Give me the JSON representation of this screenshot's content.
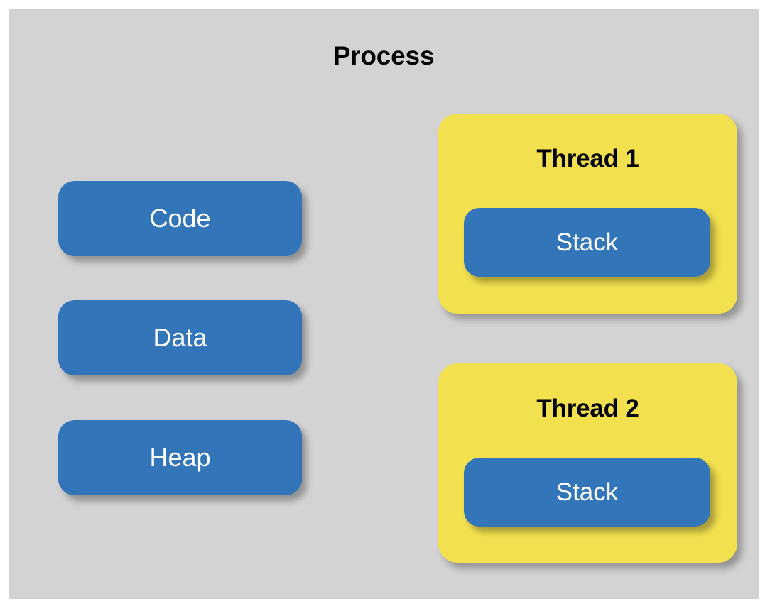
{
  "diagram": {
    "title": "Process",
    "background_color": "#d3d3d3",
    "page_color": "#ffffff",
    "segment_color": "#3275b8",
    "thread_color": "#f2e04e",
    "segment_text_color": "#ffffff",
    "title_text_color": "#000000",
    "memory_segments": [
      {
        "label": "Code"
      },
      {
        "label": "Data"
      },
      {
        "label": "Heap"
      }
    ],
    "threads": [
      {
        "label": "Thread 1",
        "stack_label": "Stack"
      },
      {
        "label": "Thread 2",
        "stack_label": "Stack"
      }
    ]
  }
}
